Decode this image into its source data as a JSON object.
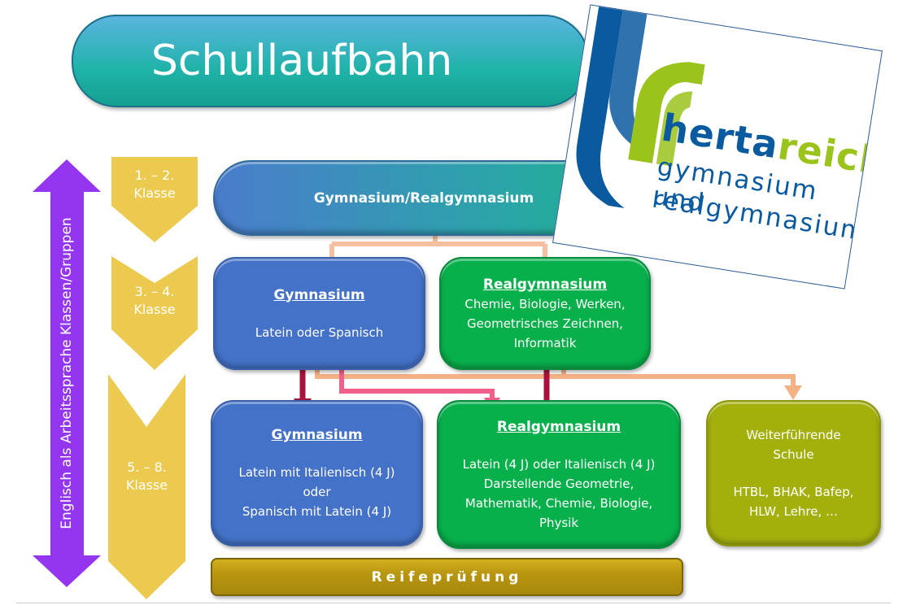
{
  "title": "Schullaufbahn",
  "logo": {
    "line1": "hertareich",
    "line1_a": "herta",
    "line1_b": "reich",
    "line2": "gymnasium und",
    "line3": "realgymnasium"
  },
  "side_label": "Englisch als Arbeitssprache Klassen/Gruppen",
  "stages": [
    {
      "line1": "1. – 2.",
      "line2": "Klasse"
    },
    {
      "line1": "3. – 4.",
      "line2": "Klasse"
    },
    {
      "line1": "5. – 8.",
      "line2": "Klasse"
    }
  ],
  "top_box": "Gymnasium/Realgymnasium",
  "mid": {
    "gym": {
      "title": "Gymnasium",
      "text": "Latein oder Spanisch"
    },
    "real": {
      "title": "Realgymnasium",
      "lines": [
        "Chemie, Biologie, Werken,",
        "Geometrisches Zeichnen,",
        "Informatik"
      ]
    }
  },
  "upper": {
    "gym": {
      "title": "Gymnasium",
      "lines": [
        "Latein mit Italienisch (4 J)",
        "oder",
        "Spanisch mit Latein (4 J)"
      ]
    },
    "real": {
      "title": "Realgymnasium",
      "lines": [
        "Latein (4 J) oder  Italienisch (4 J)",
        "Darstellende Geometrie,",
        "Mathematik, Chemie, Biologie,",
        "Physik"
      ]
    },
    "other": {
      "title_lines": [
        "Weiterführende",
        "Schule"
      ],
      "lines": [
        "HTBL, BHAK, Bafep,",
        "HLW, Lehre, …"
      ]
    }
  },
  "final": "Reifeprüfung",
  "colors": {
    "blue": "#4472c8",
    "green": "#08b04c",
    "olive": "#a3b00c",
    "gold": "#b8960f",
    "purple": "#9436f0",
    "yellow": "#ecc94f",
    "peach": "#f4b183",
    "pink": "#f0608a",
    "darkred": "#a8123e",
    "logo_blue": "#0a5aa0",
    "logo_green": "#9ac31c"
  }
}
